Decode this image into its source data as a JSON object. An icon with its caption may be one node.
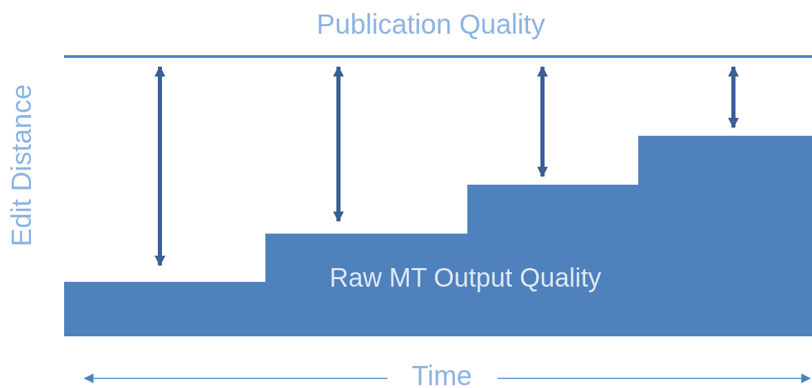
{
  "diagram": {
    "nodes": [
      {
        "text": [
          "Raw MT Output Quality"
        ]
      }
    ],
    "labels": [
      "Publication Quality",
      "Edit Distance",
      "Time"
    ]
  }
}
